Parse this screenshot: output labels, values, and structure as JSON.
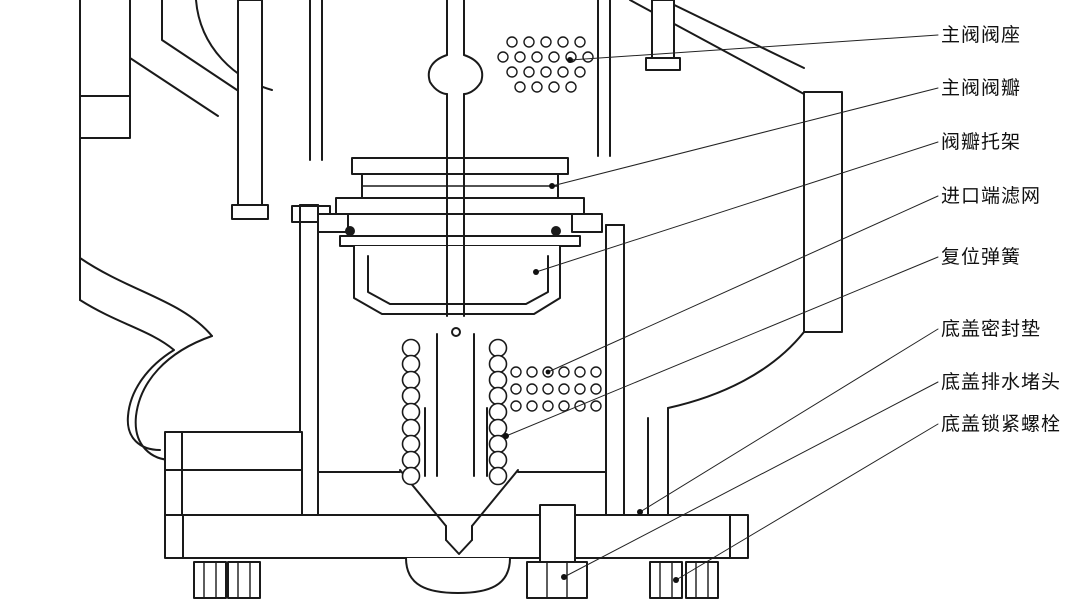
{
  "diagram": {
    "type": "valve-cross-section-technical-drawing",
    "colors": {
      "line": "#1a1a1a",
      "background": "#ffffff",
      "label_text": "#111111"
    },
    "labels": [
      {
        "text": "主阀阀座"
      },
      {
        "text": "主阀阀瓣"
      },
      {
        "text": "阀瓣托架"
      },
      {
        "text": "进口端滤网"
      },
      {
        "text": "复位弹簧"
      },
      {
        "text": "底盖密封垫"
      },
      {
        "text": "底盖排水堵头"
      },
      {
        "text": "底盖锁紧螺栓"
      }
    ]
  }
}
